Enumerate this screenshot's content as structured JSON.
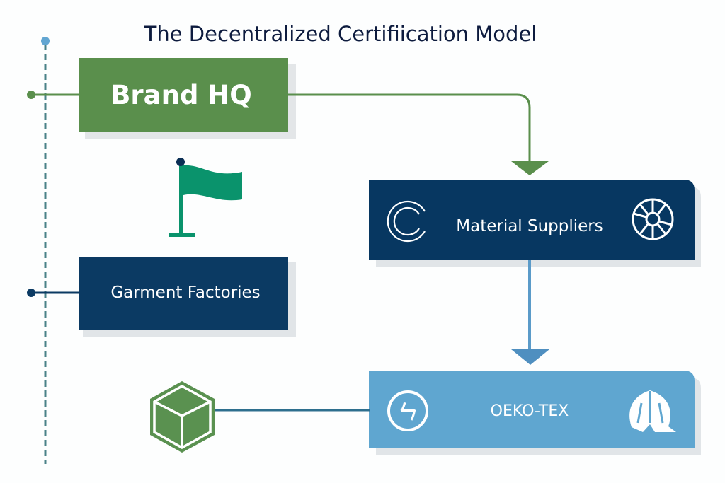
{
  "title": "The Decentralized Certifiication Model",
  "nodes": {
    "brand_hq": {
      "label": "Brand HQ",
      "icon": "none"
    },
    "garment_factories": {
      "label": "Garment Factories"
    },
    "material_suppliers": {
      "label": "Material Suppliers",
      "left_icon": "c-ring-icon",
      "right_icon": "wheel-icon"
    },
    "oeko_tex": {
      "label": "OEKO-TEX",
      "left_icon": "circle-glyph-icon",
      "right_icon": "crown-logo-icon"
    }
  },
  "decorations": {
    "flag": "flag-icon",
    "cube": "cube-hexagon-icon"
  },
  "colors": {
    "green": "#5a8f4c",
    "navy": "#073761",
    "light_blue": "#5fa6d0",
    "flag_green": "#0a936c"
  }
}
